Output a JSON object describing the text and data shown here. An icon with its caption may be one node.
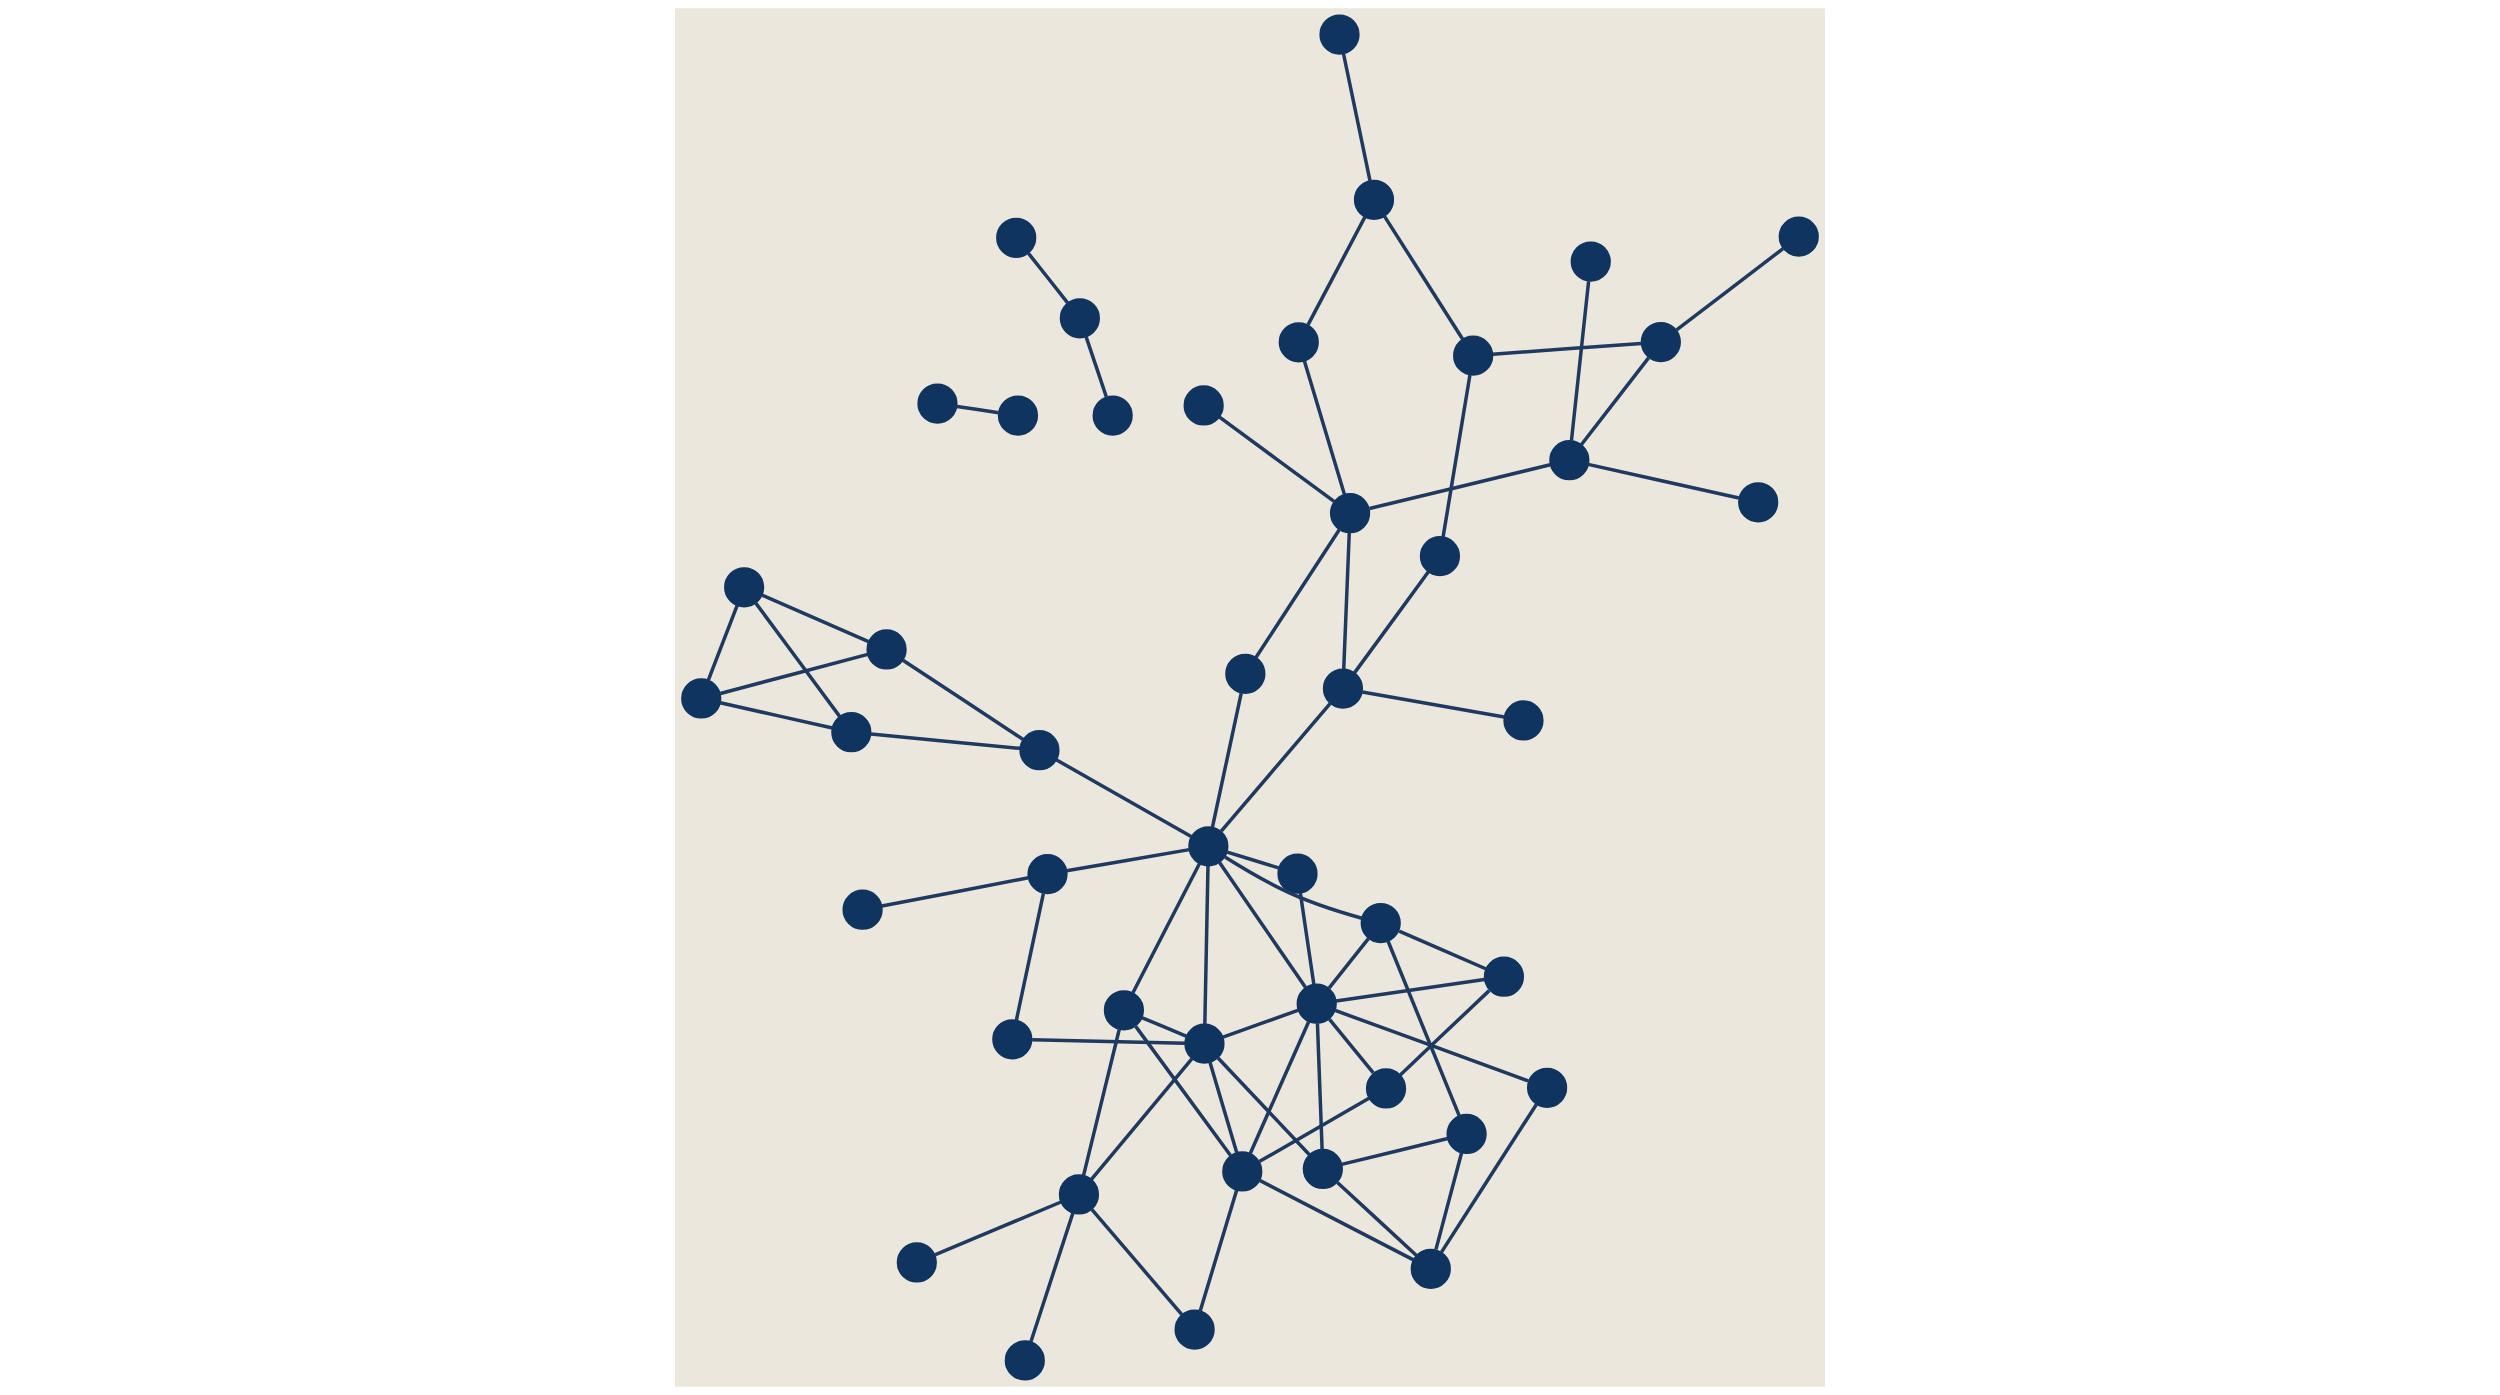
{
  "diagram": {
    "nodes": [
      {
        "text": [],
        "shape": "circle"
      },
      {
        "text": [],
        "shape": "circle"
      },
      {
        "text": [],
        "shape": "circle"
      },
      {
        "text": [],
        "shape": "circle"
      },
      {
        "text": [],
        "shape": "circle"
      },
      {
        "text": [],
        "shape": "circle"
      },
      {
        "text": [],
        "shape": "circle"
      },
      {
        "text": [],
        "shape": "circle"
      },
      {
        "text": [],
        "shape": "circle"
      },
      {
        "text": [],
        "shape": "circle"
      },
      {
        "text": [],
        "shape": "circle"
      },
      {
        "text": [],
        "shape": "circle"
      },
      {
        "text": [],
        "shape": "circle"
      },
      {
        "text": [],
        "shape": "circle"
      },
      {
        "text": [],
        "shape": "circle"
      },
      {
        "text": [],
        "shape": "circle"
      },
      {
        "text": [],
        "shape": "circle"
      },
      {
        "text": [],
        "shape": "circle"
      },
      {
        "text": [],
        "shape": "circle"
      },
      {
        "text": [],
        "shape": "circle"
      },
      {
        "text": [],
        "shape": "circle"
      },
      {
        "text": [],
        "shape": "circle"
      },
      {
        "text": [],
        "shape": "circle"
      },
      {
        "text": [],
        "shape": "circle"
      },
      {
        "text": [],
        "shape": "circle"
      },
      {
        "text": [],
        "shape": "circle"
      },
      {
        "text": [],
        "shape": "circle"
      },
      {
        "text": [],
        "shape": "circle"
      },
      {
        "text": [],
        "shape": "circle"
      },
      {
        "text": [],
        "shape": "circle"
      },
      {
        "text": [],
        "shape": "circle"
      },
      {
        "text": [],
        "shape": "circle"
      },
      {
        "text": [],
        "shape": "circle"
      },
      {
        "text": [],
        "shape": "circle"
      },
      {
        "text": [],
        "shape": "circle"
      },
      {
        "text": [],
        "shape": "circle"
      },
      {
        "text": [],
        "shape": "circle"
      },
      {
        "text": [],
        "shape": "circle"
      },
      {
        "text": [],
        "shape": "circle"
      },
      {
        "text": [],
        "shape": "circle"
      },
      {
        "text": [],
        "shape": "circle"
      },
      {
        "text": [],
        "shape": "circle"
      },
      {
        "text": [],
        "shape": "circle"
      },
      {
        "text": [],
        "shape": "circle"
      },
      {
        "text": [],
        "shape": "circle"
      }
    ],
    "edges": [
      {
        "from": 0,
        "to": 4,
        "arrow": "none"
      },
      {
        "from": 0,
        "to": 5,
        "arrow": "none"
      },
      {
        "from": 0,
        "to": 6,
        "arrow": "none"
      },
      {
        "from": 0,
        "to": 7,
        "arrow": "none"
      },
      {
        "from": 0,
        "to": 8,
        "arrow": "none"
      },
      {
        "from": 1,
        "to": 2,
        "arrow": "none"
      },
      {
        "from": 1,
        "to": 8,
        "arrow": "none"
      },
      {
        "from": 2,
        "to": 3,
        "arrow": "none"
      },
      {
        "from": 2,
        "to": 21,
        "arrow": "none"
      },
      {
        "from": 7,
        "to": 21,
        "arrow": "none"
      },
      {
        "from": 7,
        "to": 9,
        "arrow": "none"
      },
      {
        "from": 7,
        "to": 8,
        "arrow": "none"
      },
      {
        "from": 5,
        "to": 9,
        "arrow": "none"
      },
      {
        "from": 9,
        "to": 8,
        "arrow": "none"
      },
      {
        "from": 8,
        "to": 21,
        "arrow": "none"
      },
      {
        "from": 8,
        "to": 33,
        "arrow": "none"
      },
      {
        "from": 8,
        "to": 32,
        "arrow": "none"
      },
      {
        "from": 9,
        "to": 36,
        "arrow": "none"
      },
      {
        "from": 9,
        "to": 34,
        "arrow": "none"
      },
      {
        "from": 9,
        "to": 33,
        "arrow": "none"
      },
      {
        "from": 21,
        "to": 10,
        "arrow": "none"
      },
      {
        "from": 21,
        "to": 17,
        "arrow": "none"
      },
      {
        "from": 21,
        "to": 28,
        "arrow": "none"
      },
      {
        "from": 21,
        "to": 33,
        "arrow": "none"
      },
      {
        "from": 21,
        "to": 38,
        "arrow": "none"
      },
      {
        "from": 21,
        "to": 42,
        "arrow": "none"
      },
      {
        "from": 10,
        "to": 13,
        "arrow": "none"
      },
      {
        "from": 10,
        "to": 11,
        "arrow": "none"
      },
      {
        "from": 10,
        "to": 14,
        "arrow": "none"
      },
      {
        "from": 11,
        "to": 12,
        "arrow": "none"
      },
      {
        "from": 11,
        "to": 15,
        "arrow": "none"
      },
      {
        "from": 11,
        "to": 17,
        "arrow": "none"
      },
      {
        "from": 11,
        "to": 18,
        "arrow": "none"
      },
      {
        "from": 12,
        "to": 16,
        "arrow": "none"
      },
      {
        "from": 12,
        "to": 19,
        "arrow": "none"
      },
      {
        "from": 12,
        "to": 22,
        "arrow": "none"
      },
      {
        "from": 20,
        "to": 24,
        "arrow": "none"
      },
      {
        "from": 22,
        "to": 23,
        "arrow": "none"
      },
      {
        "from": 23,
        "to": 24,
        "arrow": "none"
      },
      {
        "from": 25,
        "to": 41,
        "arrow": "none"
      },
      {
        "from": 22,
        "to": 26,
        "arrow": "none"
      },
      {
        "from": 14,
        "to": 23,
        "arrow": "none"
      },
      {
        "from": 15,
        "to": 24,
        "arrow": "none"
      },
      {
        "from": 29,
        "to": 30,
        "arrow": "none"
      },
      {
        "from": 30,
        "to": 31,
        "arrow": "none"
      },
      {
        "from": 27,
        "to": 36,
        "arrow": "none"
      },
      {
        "from": 27,
        "to": 33,
        "arrow": "none"
      },
      {
        "from": 28,
        "to": 33,
        "arrow": "none"
      },
      {
        "from": 32,
        "to": 33,
        "arrow": "none"
      },
      {
        "from": 32,
        "to": 35,
        "arrow": "none"
      },
      {
        "from": 32,
        "to": 36,
        "arrow": "none"
      },
      {
        "from": 34,
        "to": 33,
        "arrow": "none"
      },
      {
        "from": 34,
        "to": 37,
        "arrow": "none"
      },
      {
        "from": 35,
        "to": 38,
        "arrow": "none"
      },
      {
        "from": 35,
        "to": 36,
        "arrow": "none"
      },
      {
        "from": 33,
        "to": 38,
        "arrow": "none"
      },
      {
        "from": 33,
        "to": 37,
        "arrow": "none"
      },
      {
        "from": 37,
        "to": 38,
        "arrow": "none"
      },
      {
        "from": 39,
        "to": 40,
        "arrow": "none"
      },
      {
        "from": 39,
        "to": 43,
        "arrow": "none"
      },
      {
        "from": 39,
        "to": 44,
        "arrow": "none"
      },
      {
        "from": 40,
        "to": 42,
        "arrow": "none"
      },
      {
        "from": 40,
        "to": 43,
        "arrow": "none"
      },
      {
        "from": 43,
        "to": 44,
        "arrow": "none"
      },
      {
        "from": 42,
        "to": 44,
        "arrow": "none"
      }
    ]
  }
}
